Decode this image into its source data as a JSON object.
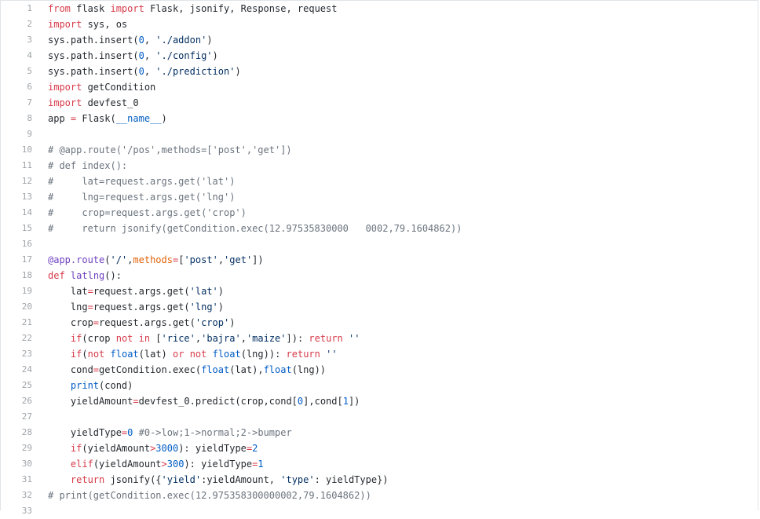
{
  "code_viewer": {
    "lines": [
      {
        "n": "1",
        "tokens": [
          [
            "kw",
            "from"
          ],
          [
            "plain",
            " flask "
          ],
          [
            "kw",
            "import"
          ],
          [
            "plain",
            " Flask, jsonify, Response, request"
          ]
        ]
      },
      {
        "n": "2",
        "tokens": [
          [
            "kw",
            "import"
          ],
          [
            "plain",
            " sys, os"
          ]
        ]
      },
      {
        "n": "3",
        "tokens": [
          [
            "plain",
            "sys.path.insert("
          ],
          [
            "num",
            "0"
          ],
          [
            "plain",
            ", "
          ],
          [
            "str",
            "'./addon'"
          ],
          [
            "plain",
            ")"
          ]
        ]
      },
      {
        "n": "4",
        "tokens": [
          [
            "plain",
            "sys.path.insert("
          ],
          [
            "num",
            "0"
          ],
          [
            "plain",
            ", "
          ],
          [
            "str",
            "'./config'"
          ],
          [
            "plain",
            ")"
          ]
        ]
      },
      {
        "n": "5",
        "tokens": [
          [
            "plain",
            "sys.path.insert("
          ],
          [
            "num",
            "0"
          ],
          [
            "plain",
            ", "
          ],
          [
            "str",
            "'./prediction'"
          ],
          [
            "plain",
            ")"
          ]
        ]
      },
      {
        "n": "6",
        "tokens": [
          [
            "kw",
            "import"
          ],
          [
            "plain",
            " getCondition"
          ]
        ]
      },
      {
        "n": "7",
        "tokens": [
          [
            "kw",
            "import"
          ],
          [
            "plain",
            " devfest_0"
          ]
        ]
      },
      {
        "n": "8",
        "tokens": [
          [
            "plain",
            "app "
          ],
          [
            "kw",
            "="
          ],
          [
            "plain",
            " Flask("
          ],
          [
            "fn",
            "__name__"
          ],
          [
            "plain",
            ")"
          ]
        ]
      },
      {
        "n": "9",
        "tokens": []
      },
      {
        "n": "10",
        "tokens": [
          [
            "cm",
            "# @app.route('/pos',methods=['post','get'])"
          ]
        ]
      },
      {
        "n": "11",
        "tokens": [
          [
            "cm",
            "# def index():"
          ]
        ]
      },
      {
        "n": "12",
        "tokens": [
          [
            "cm",
            "#     lat=request.args.get('lat')"
          ]
        ]
      },
      {
        "n": "13",
        "tokens": [
          [
            "cm",
            "#     lng=request.args.get('lng')"
          ]
        ]
      },
      {
        "n": "14",
        "tokens": [
          [
            "cm",
            "#     crop=request.args.get('crop')"
          ]
        ]
      },
      {
        "n": "15",
        "tokens": [
          [
            "cm",
            "#     return jsonify(getCondition.exec(12.97535830000   0002,79.1604862))"
          ]
        ]
      },
      {
        "n": "16",
        "tokens": []
      },
      {
        "n": "17",
        "tokens": [
          [
            "dec",
            "@app.route"
          ],
          [
            "plain",
            "("
          ],
          [
            "str",
            "'/'"
          ],
          [
            "plain",
            ","
          ],
          [
            "arg",
            "methods"
          ],
          [
            "kw",
            "="
          ],
          [
            "plain",
            "["
          ],
          [
            "str",
            "'post'"
          ],
          [
            "plain",
            ","
          ],
          [
            "str",
            "'get'"
          ],
          [
            "plain",
            "])"
          ]
        ]
      },
      {
        "n": "18",
        "tokens": [
          [
            "kw",
            "def"
          ],
          [
            "plain",
            " "
          ],
          [
            "name",
            "latlng"
          ],
          [
            "plain",
            "():"
          ]
        ]
      },
      {
        "n": "19",
        "tokens": [
          [
            "plain",
            "    lat"
          ],
          [
            "kw",
            "="
          ],
          [
            "plain",
            "request.args.get("
          ],
          [
            "str",
            "'lat'"
          ],
          [
            "plain",
            ")"
          ]
        ]
      },
      {
        "n": "20",
        "tokens": [
          [
            "plain",
            "    lng"
          ],
          [
            "kw",
            "="
          ],
          [
            "plain",
            "request.args.get("
          ],
          [
            "str",
            "'lng'"
          ],
          [
            "plain",
            ")"
          ]
        ]
      },
      {
        "n": "21",
        "tokens": [
          [
            "plain",
            "    crop"
          ],
          [
            "kw",
            "="
          ],
          [
            "plain",
            "request.args.get("
          ],
          [
            "str",
            "'crop'"
          ],
          [
            "plain",
            ")"
          ]
        ]
      },
      {
        "n": "22",
        "tokens": [
          [
            "plain",
            "    "
          ],
          [
            "kw",
            "if"
          ],
          [
            "plain",
            "(crop "
          ],
          [
            "kw",
            "not in"
          ],
          [
            "plain",
            " ["
          ],
          [
            "str",
            "'rice'"
          ],
          [
            "plain",
            ","
          ],
          [
            "str",
            "'bajra'"
          ],
          [
            "plain",
            ","
          ],
          [
            "str",
            "'maize'"
          ],
          [
            "plain",
            "]): "
          ],
          [
            "kw",
            "return"
          ],
          [
            "plain",
            " "
          ],
          [
            "str",
            "''"
          ]
        ]
      },
      {
        "n": "23",
        "tokens": [
          [
            "plain",
            "    "
          ],
          [
            "kw",
            "if"
          ],
          [
            "plain",
            "("
          ],
          [
            "kw",
            "not"
          ],
          [
            "plain",
            " "
          ],
          [
            "fn",
            "float"
          ],
          [
            "plain",
            "(lat) "
          ],
          [
            "kw",
            "or"
          ],
          [
            "plain",
            " "
          ],
          [
            "kw",
            "not"
          ],
          [
            "plain",
            " "
          ],
          [
            "fn",
            "float"
          ],
          [
            "plain",
            "(lng)): "
          ],
          [
            "kw",
            "return"
          ],
          [
            "plain",
            " "
          ],
          [
            "str",
            "''"
          ]
        ]
      },
      {
        "n": "24",
        "tokens": [
          [
            "plain",
            "    cond"
          ],
          [
            "kw",
            "="
          ],
          [
            "plain",
            "getCondition.exec("
          ],
          [
            "fn",
            "float"
          ],
          [
            "plain",
            "(lat),"
          ],
          [
            "fn",
            "float"
          ],
          [
            "plain",
            "(lng))"
          ]
        ]
      },
      {
        "n": "25",
        "tokens": [
          [
            "plain",
            "    "
          ],
          [
            "fn",
            "print"
          ],
          [
            "plain",
            "(cond)"
          ]
        ]
      },
      {
        "n": "26",
        "tokens": [
          [
            "plain",
            "    yieldAmount"
          ],
          [
            "kw",
            "="
          ],
          [
            "plain",
            "devfest_0.predict(crop,cond["
          ],
          [
            "num",
            "0"
          ],
          [
            "plain",
            "],cond["
          ],
          [
            "num",
            "1"
          ],
          [
            "plain",
            "])"
          ]
        ]
      },
      {
        "n": "27",
        "tokens": []
      },
      {
        "n": "28",
        "tokens": [
          [
            "plain",
            "    yieldType"
          ],
          [
            "kw",
            "="
          ],
          [
            "num",
            "0"
          ],
          [
            "plain",
            " "
          ],
          [
            "cm",
            "#0->low;1->normal;2->bumper"
          ]
        ]
      },
      {
        "n": "29",
        "tokens": [
          [
            "plain",
            "    "
          ],
          [
            "kw",
            "if"
          ],
          [
            "plain",
            "(yieldAmount"
          ],
          [
            "kw",
            ">"
          ],
          [
            "num",
            "3000"
          ],
          [
            "plain",
            "): yieldType"
          ],
          [
            "kw",
            "="
          ],
          [
            "num",
            "2"
          ]
        ]
      },
      {
        "n": "30",
        "tokens": [
          [
            "plain",
            "    "
          ],
          [
            "kw",
            "elif"
          ],
          [
            "plain",
            "(yieldAmount"
          ],
          [
            "kw",
            ">"
          ],
          [
            "num",
            "300"
          ],
          [
            "plain",
            "): yieldType"
          ],
          [
            "kw",
            "="
          ],
          [
            "num",
            "1"
          ]
        ]
      },
      {
        "n": "31",
        "tokens": [
          [
            "plain",
            "    "
          ],
          [
            "kw",
            "return"
          ],
          [
            "plain",
            " jsonify({"
          ],
          [
            "str",
            "'yield'"
          ],
          [
            "plain",
            ":yieldAmount, "
          ],
          [
            "str",
            "'type'"
          ],
          [
            "plain",
            ": yieldType})"
          ]
        ]
      },
      {
        "n": "32",
        "tokens": [
          [
            "cm",
            "# print(getCondition.exec(12.975358300000002,79.1604862))"
          ]
        ]
      },
      {
        "n": "33",
        "tokens": []
      }
    ]
  }
}
